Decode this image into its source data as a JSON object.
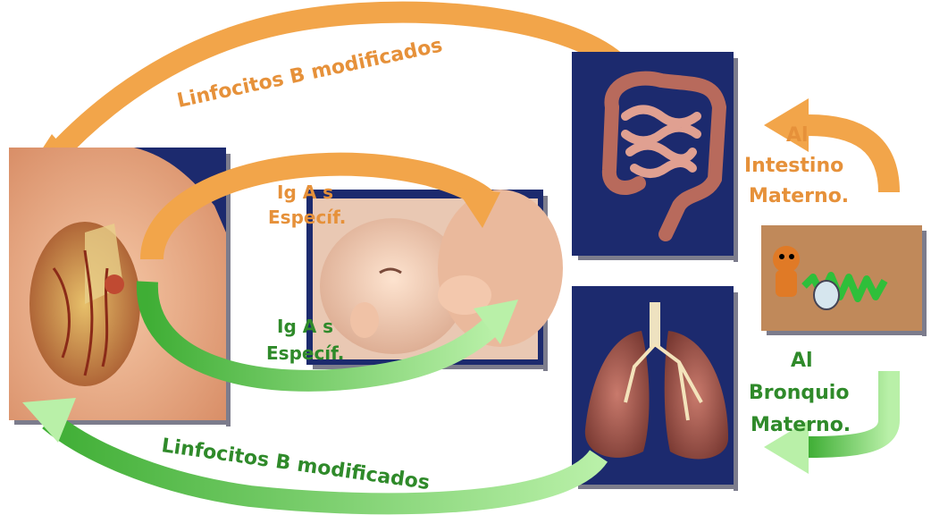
{
  "labels": {
    "top_arrow": "Linfocitos B modificados",
    "bottom_arrow": "Linfocitos B modificados",
    "orange_ig_line1": "Ig A s",
    "orange_ig_line2": "Específ.",
    "green_ig_line1": "Ig A s",
    "green_ig_line2": "Específ.",
    "intestine_line1": "Al",
    "intestine_line2": "Intestino",
    "intestine_line3": "Materno.",
    "bronchus_line1": "Al",
    "bronchus_line2": "Bronquio",
    "bronchus_line3": "Materno."
  },
  "colors": {
    "orange_arrow": "#f2a54a",
    "green_arrow": "#5fc24a",
    "green_arrow_light": "#b9f0a8",
    "panel_bg": "#1c2a6e",
    "orange_text": "#e6913a",
    "green_text": "#2f8a2a"
  },
  "icons": {
    "breast": "breast-anatomy-image",
    "baby": "breastfeeding-baby-image",
    "intestine": "intestine-image",
    "lungs": "lungs-image",
    "microbes": "microbes-cartoon-image"
  }
}
